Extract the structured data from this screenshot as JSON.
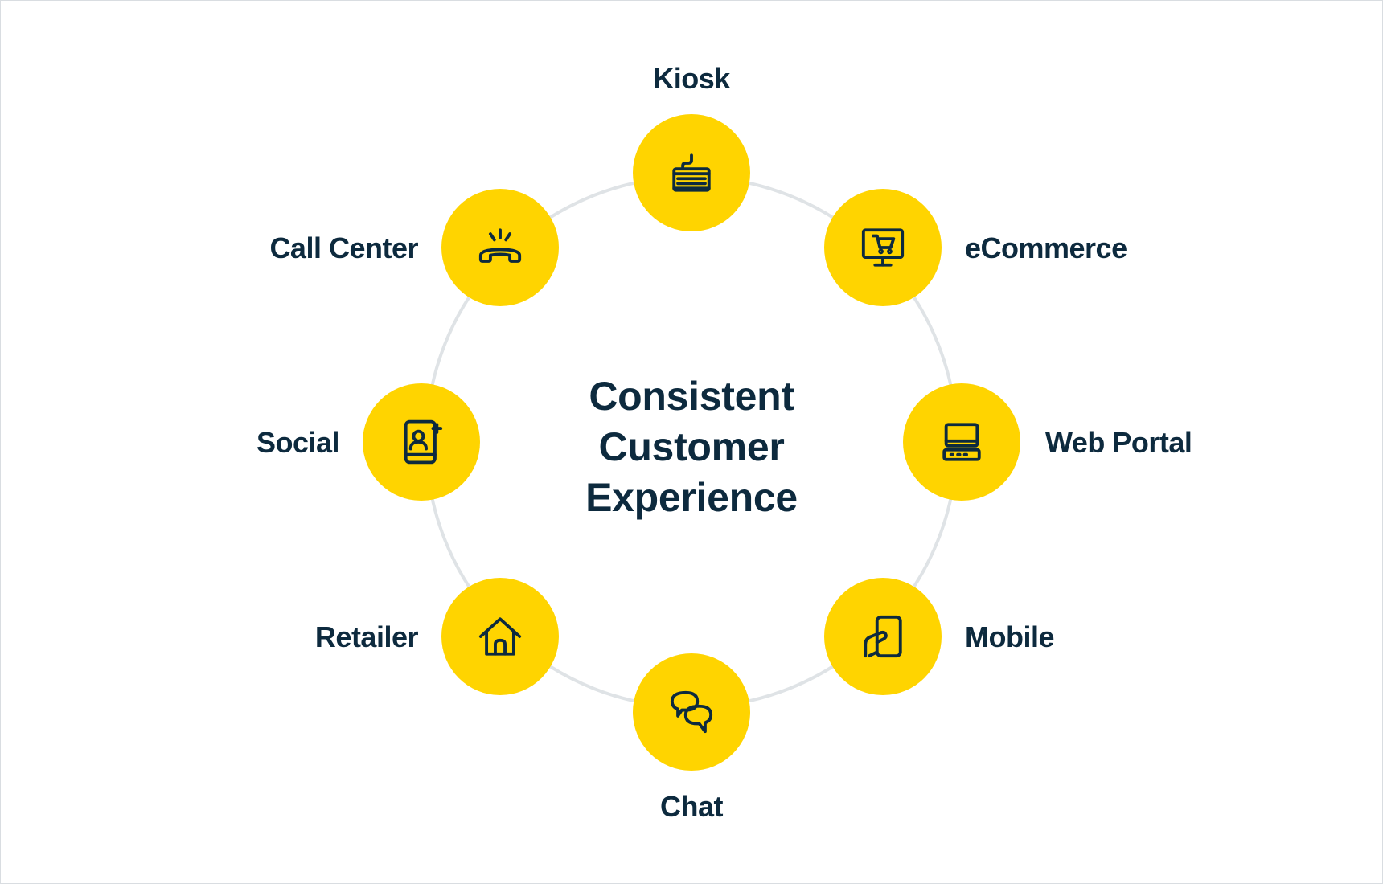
{
  "center": {
    "lines": [
      "Consistent",
      "Customer",
      "Experience"
    ]
  },
  "channels": [
    {
      "id": "kiosk",
      "label": "Kiosk",
      "icon": "kiosk-icon"
    },
    {
      "id": "ecommerce",
      "label": "eCommerce",
      "icon": "ecommerce-cart-icon"
    },
    {
      "id": "web-portal",
      "label": "Web Portal",
      "icon": "web-portal-computer-icon"
    },
    {
      "id": "mobile",
      "label": "Mobile",
      "icon": "mobile-phone-icon"
    },
    {
      "id": "chat",
      "label": "Chat",
      "icon": "chat-bubbles-icon"
    },
    {
      "id": "retailer",
      "label": "Retailer",
      "icon": "house-icon"
    },
    {
      "id": "social",
      "label": "Social",
      "icon": "social-profile-icon"
    },
    {
      "id": "call-center",
      "label": "Call Center",
      "icon": "ringing-phone-icon"
    }
  ],
  "colors": {
    "node_fill": "#ffd400",
    "text": "#0d2a3e",
    "ring": "#dfe3e6",
    "border": "#d9dde1"
  }
}
